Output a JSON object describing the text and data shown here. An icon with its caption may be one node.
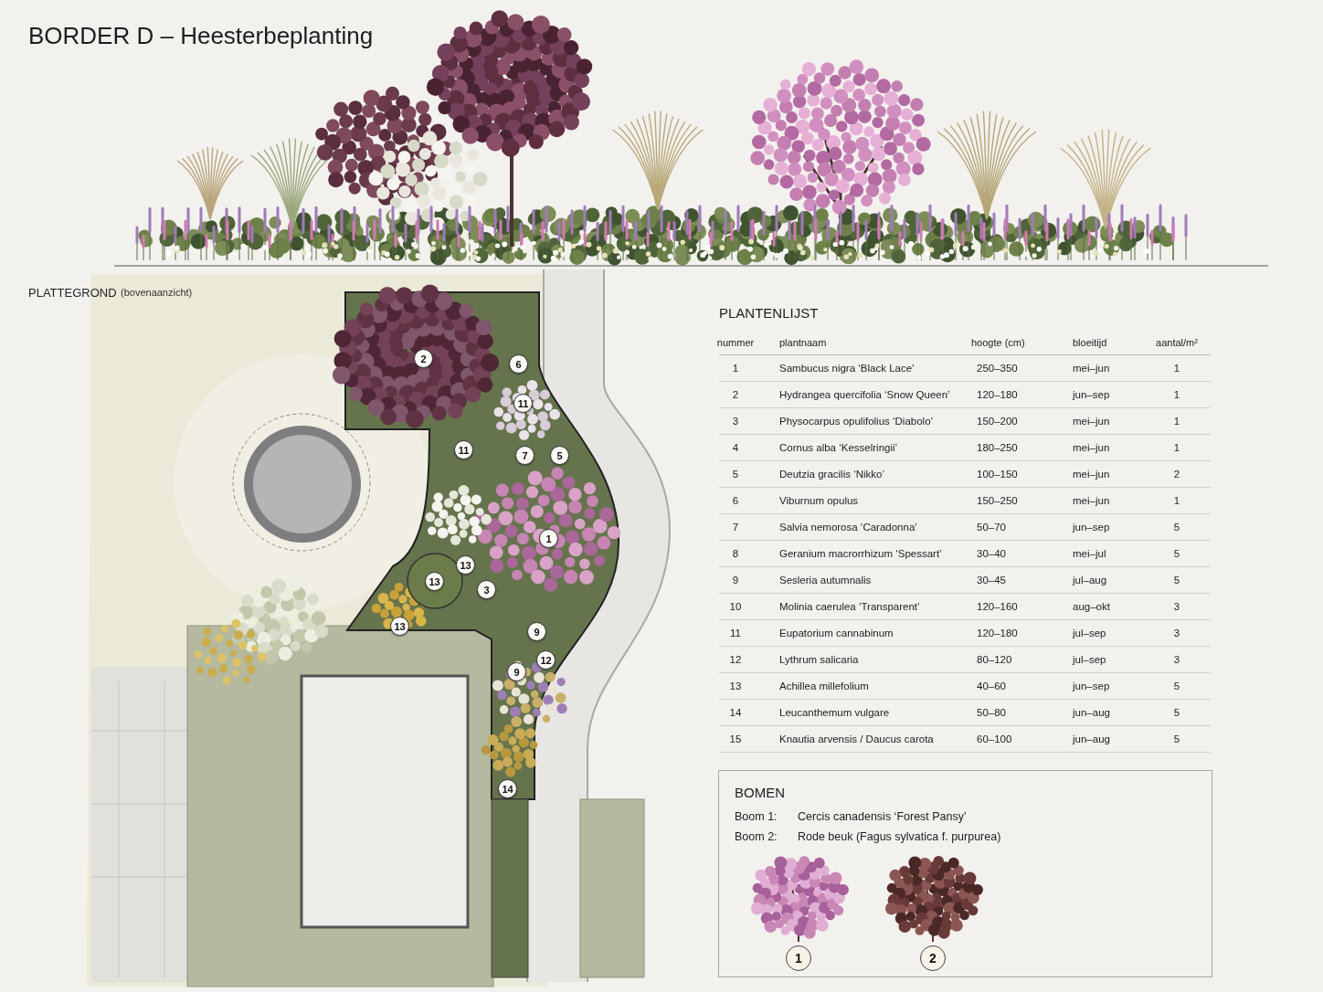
{
  "diagram": {
    "title": "BORDER D – Heesterbeplanting",
    "nodes": [
      {
        "text": [
          "BOMEN",
          "Boom 1:",
          "Cercis canadensis ‘Forest Pansy’",
          "Boom 2:",
          "Rode beuk (Fagus sylvatica f. purpurea)"
        ]
      },
      {
        "text": [
          "1"
        ],
        "in": 0
      },
      {
        "text": [
          "2"
        ],
        "in": 0
      }
    ],
    "labels": [
      "PLATTEGROND",
      "(bovenaanzicht)",
      "2",
      "6",
      "11",
      "11",
      "7",
      "5",
      "1",
      "13",
      "13",
      "3",
      "13",
      "9",
      "12",
      "9",
      "14",
      "PLANTENLIJST",
      "nummer",
      "plantnaam",
      "hoogte (cm)",
      "bloeitijd",
      "aantal/m²",
      "1",
      "Sambucus nigra ‘Black Lace’",
      "250–350",
      "mei–jun",
      "1",
      "2",
      "Hydrangea quercifolia ‘Snow Queen’",
      "120–180",
      "jun–sep",
      "1",
      "3",
      "Physocarpus opulifolius ‘Diabolo’",
      "150–200",
      "mei–jun",
      "1",
      "4",
      "Cornus alba ‘Kesselringii’",
      "180–250",
      "mei–jun",
      "1",
      "5",
      "Deutzia gracilis ‘Nikko’",
      "100–150",
      "mei–jun",
      "2",
      "6",
      "Viburnum opulus",
      "150–250",
      "mei–jun",
      "1",
      "7",
      "Salvia nemorosa ‘Caradonna’",
      "50–70",
      "jun–sep",
      "5",
      "8",
      "Geranium macrorrhizum ‘Spessart’",
      "30–40",
      "mei–jul",
      "5",
      "9",
      "Sesleria autumnalis",
      "30–45",
      "jul–aug",
      "5",
      "10",
      "Molinia caerulea ‘Transparent’",
      "120–160",
      "aug–okt",
      "3",
      "11",
      "Eupatorium cannabinum",
      "120–180",
      "jul–sep",
      "3",
      "12",
      "Lythrum salicaria",
      "80–120",
      "jul–sep",
      "3",
      "13",
      "Achillea millefolium",
      "40–60",
      "jun–sep",
      "5",
      "14",
      "Leucanthemum vulgare",
      "50–80",
      "jun–aug",
      "5",
      "15",
      "Knautia arvensis / Daucus carota",
      "60–100",
      "jun–aug",
      "5"
    ]
  }
}
